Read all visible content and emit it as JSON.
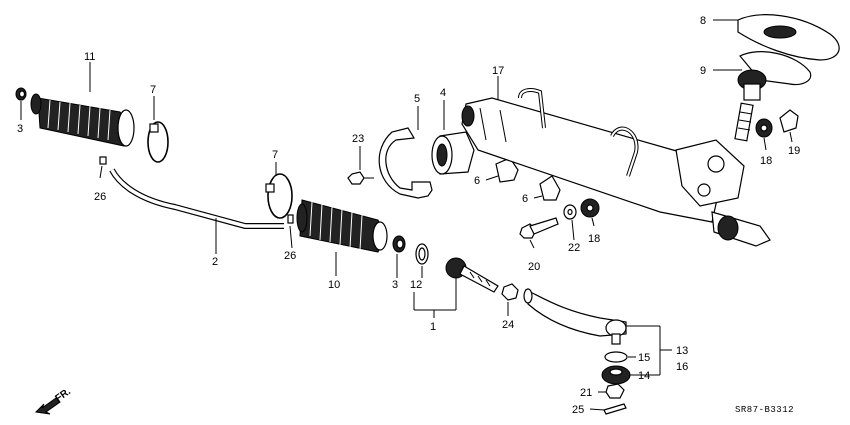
{
  "labels": {
    "p1": "1",
    "p2": "2",
    "p3a": "3",
    "p3b": "3",
    "p4": "4",
    "p5": "5",
    "p6a": "6",
    "p6b": "6",
    "p7a": "7",
    "p7b": "7",
    "p8": "8",
    "p9": "9",
    "p10": "10",
    "p11": "11",
    "p12": "12",
    "p13": "13",
    "p14": "14",
    "p15": "15",
    "p16": "16",
    "p17": "17",
    "p18a": "18",
    "p18b": "18",
    "p19": "19",
    "p20": "20",
    "p21": "21",
    "p22": "22",
    "p23": "23",
    "p24": "24",
    "p25": "25",
    "p26a": "26",
    "p26b": "26"
  },
  "diagram_code": "SR87-B3312",
  "front_indicator": "FR."
}
